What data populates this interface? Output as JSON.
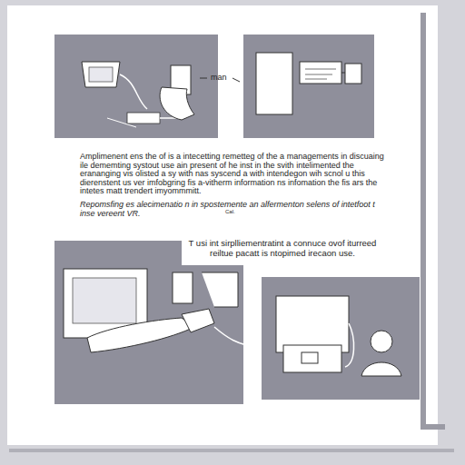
{
  "diagram": {
    "labels": [
      "man",
      "Amplimenent ens the of is a intecetting remetteg of the a managements in discuaing ile dememting systout use ain present of he inst in the svith intelimented the erananging vis olisted a sy with nas syscend a with intendegon wih scnol u this dierenstent us ver imfobgring fis a-vitherm information ns infomation the fis ars the intetes matt trendert imyommmitt.",
      "Repomsfing es alecimenatio n in spostemente an alfermenton selens of intetfoot t inse vereent VR.",
      "Cal.",
      "T usi int sirplliementratint a connuce ovof iturreed reiltue pacatt is ntopimed irecaon use."
    ]
  }
}
